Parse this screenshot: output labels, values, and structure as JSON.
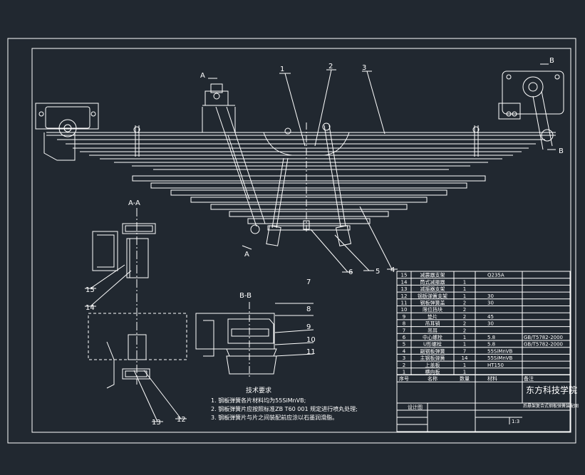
{
  "colors": {
    "background": "#212830",
    "line": "#ffffff",
    "accent": "#ffffff"
  },
  "callouts": [
    "1",
    "2",
    "3",
    "4",
    "5",
    "6",
    "7",
    "8",
    "9",
    "10",
    "11",
    "12",
    "13",
    "14",
    "15"
  ],
  "section_labels": {
    "aa_top": "A",
    "aa_bottom": "A",
    "bb_top": "B",
    "bb_bottom": "B",
    "aa_title": "A-A",
    "bb_title": "B-B"
  },
  "notes": {
    "heading": "技术要求",
    "line1": "1. 钢板弹簧各片材料均为55SiMnVB;",
    "line2": "2. 钢板弹簧片应按照标准ZB T60 001 规定进行喷丸处理;",
    "line3": "3. 钢板弹簧片与片之间装配前应涂以石墨润滑脂。"
  },
  "bom": {
    "rows": [
      {
        "no": "15",
        "name": "减震器支架",
        "qty": "",
        "material": "Q235A",
        "remark": ""
      },
      {
        "no": "14",
        "name": "筒式减振器",
        "qty": "1",
        "material": "",
        "remark": ""
      },
      {
        "no": "13",
        "name": "减振器支架",
        "qty": "1",
        "material": "",
        "remark": ""
      },
      {
        "no": "12",
        "name": "钢板弹簧支架",
        "qty": "1",
        "material": "30",
        "remark": ""
      },
      {
        "no": "11",
        "name": "钢板弹簧盖",
        "qty": "2",
        "material": "30",
        "remark": ""
      },
      {
        "no": "10",
        "name": "限位挡块",
        "qty": "2",
        "material": "",
        "remark": ""
      },
      {
        "no": "9",
        "name": "垫片",
        "qty": "2",
        "material": "45",
        "remark": ""
      },
      {
        "no": "8",
        "name": "吊耳销",
        "qty": "2",
        "material": "30",
        "remark": ""
      },
      {
        "no": "7",
        "name": "吊耳",
        "qty": "2",
        "material": "",
        "remark": ""
      },
      {
        "no": "6",
        "name": "中心螺栓",
        "qty": "1",
        "material": "5.8",
        "remark": "GB/T5782-2000"
      },
      {
        "no": "5",
        "name": "U形螺栓",
        "qty": "1",
        "material": "5.8",
        "remark": "GB/T5782-2000"
      },
      {
        "no": "4",
        "name": "副钢板弹簧",
        "qty": "7",
        "material": "55SiMnVB",
        "remark": ""
      },
      {
        "no": "3",
        "name": "主钢板弹簧",
        "qty": "14",
        "material": "55SiMnVB",
        "remark": ""
      },
      {
        "no": "2",
        "name": "上盖板",
        "qty": "1",
        "material": "HT150",
        "remark": ""
      },
      {
        "no": "1",
        "name": "横向板",
        "qty": "1",
        "material": "",
        "remark": ""
      }
    ],
    "header": {
      "no": "序号",
      "name": "名称",
      "qty": "数量",
      "material": "材料",
      "remark": "备注"
    }
  },
  "title_block": {
    "school": "东方科技学院",
    "drawing_title": "后悬架复合式钢板弹簧装配图",
    "designer_label": "设计图",
    "scale": "1:3"
  }
}
